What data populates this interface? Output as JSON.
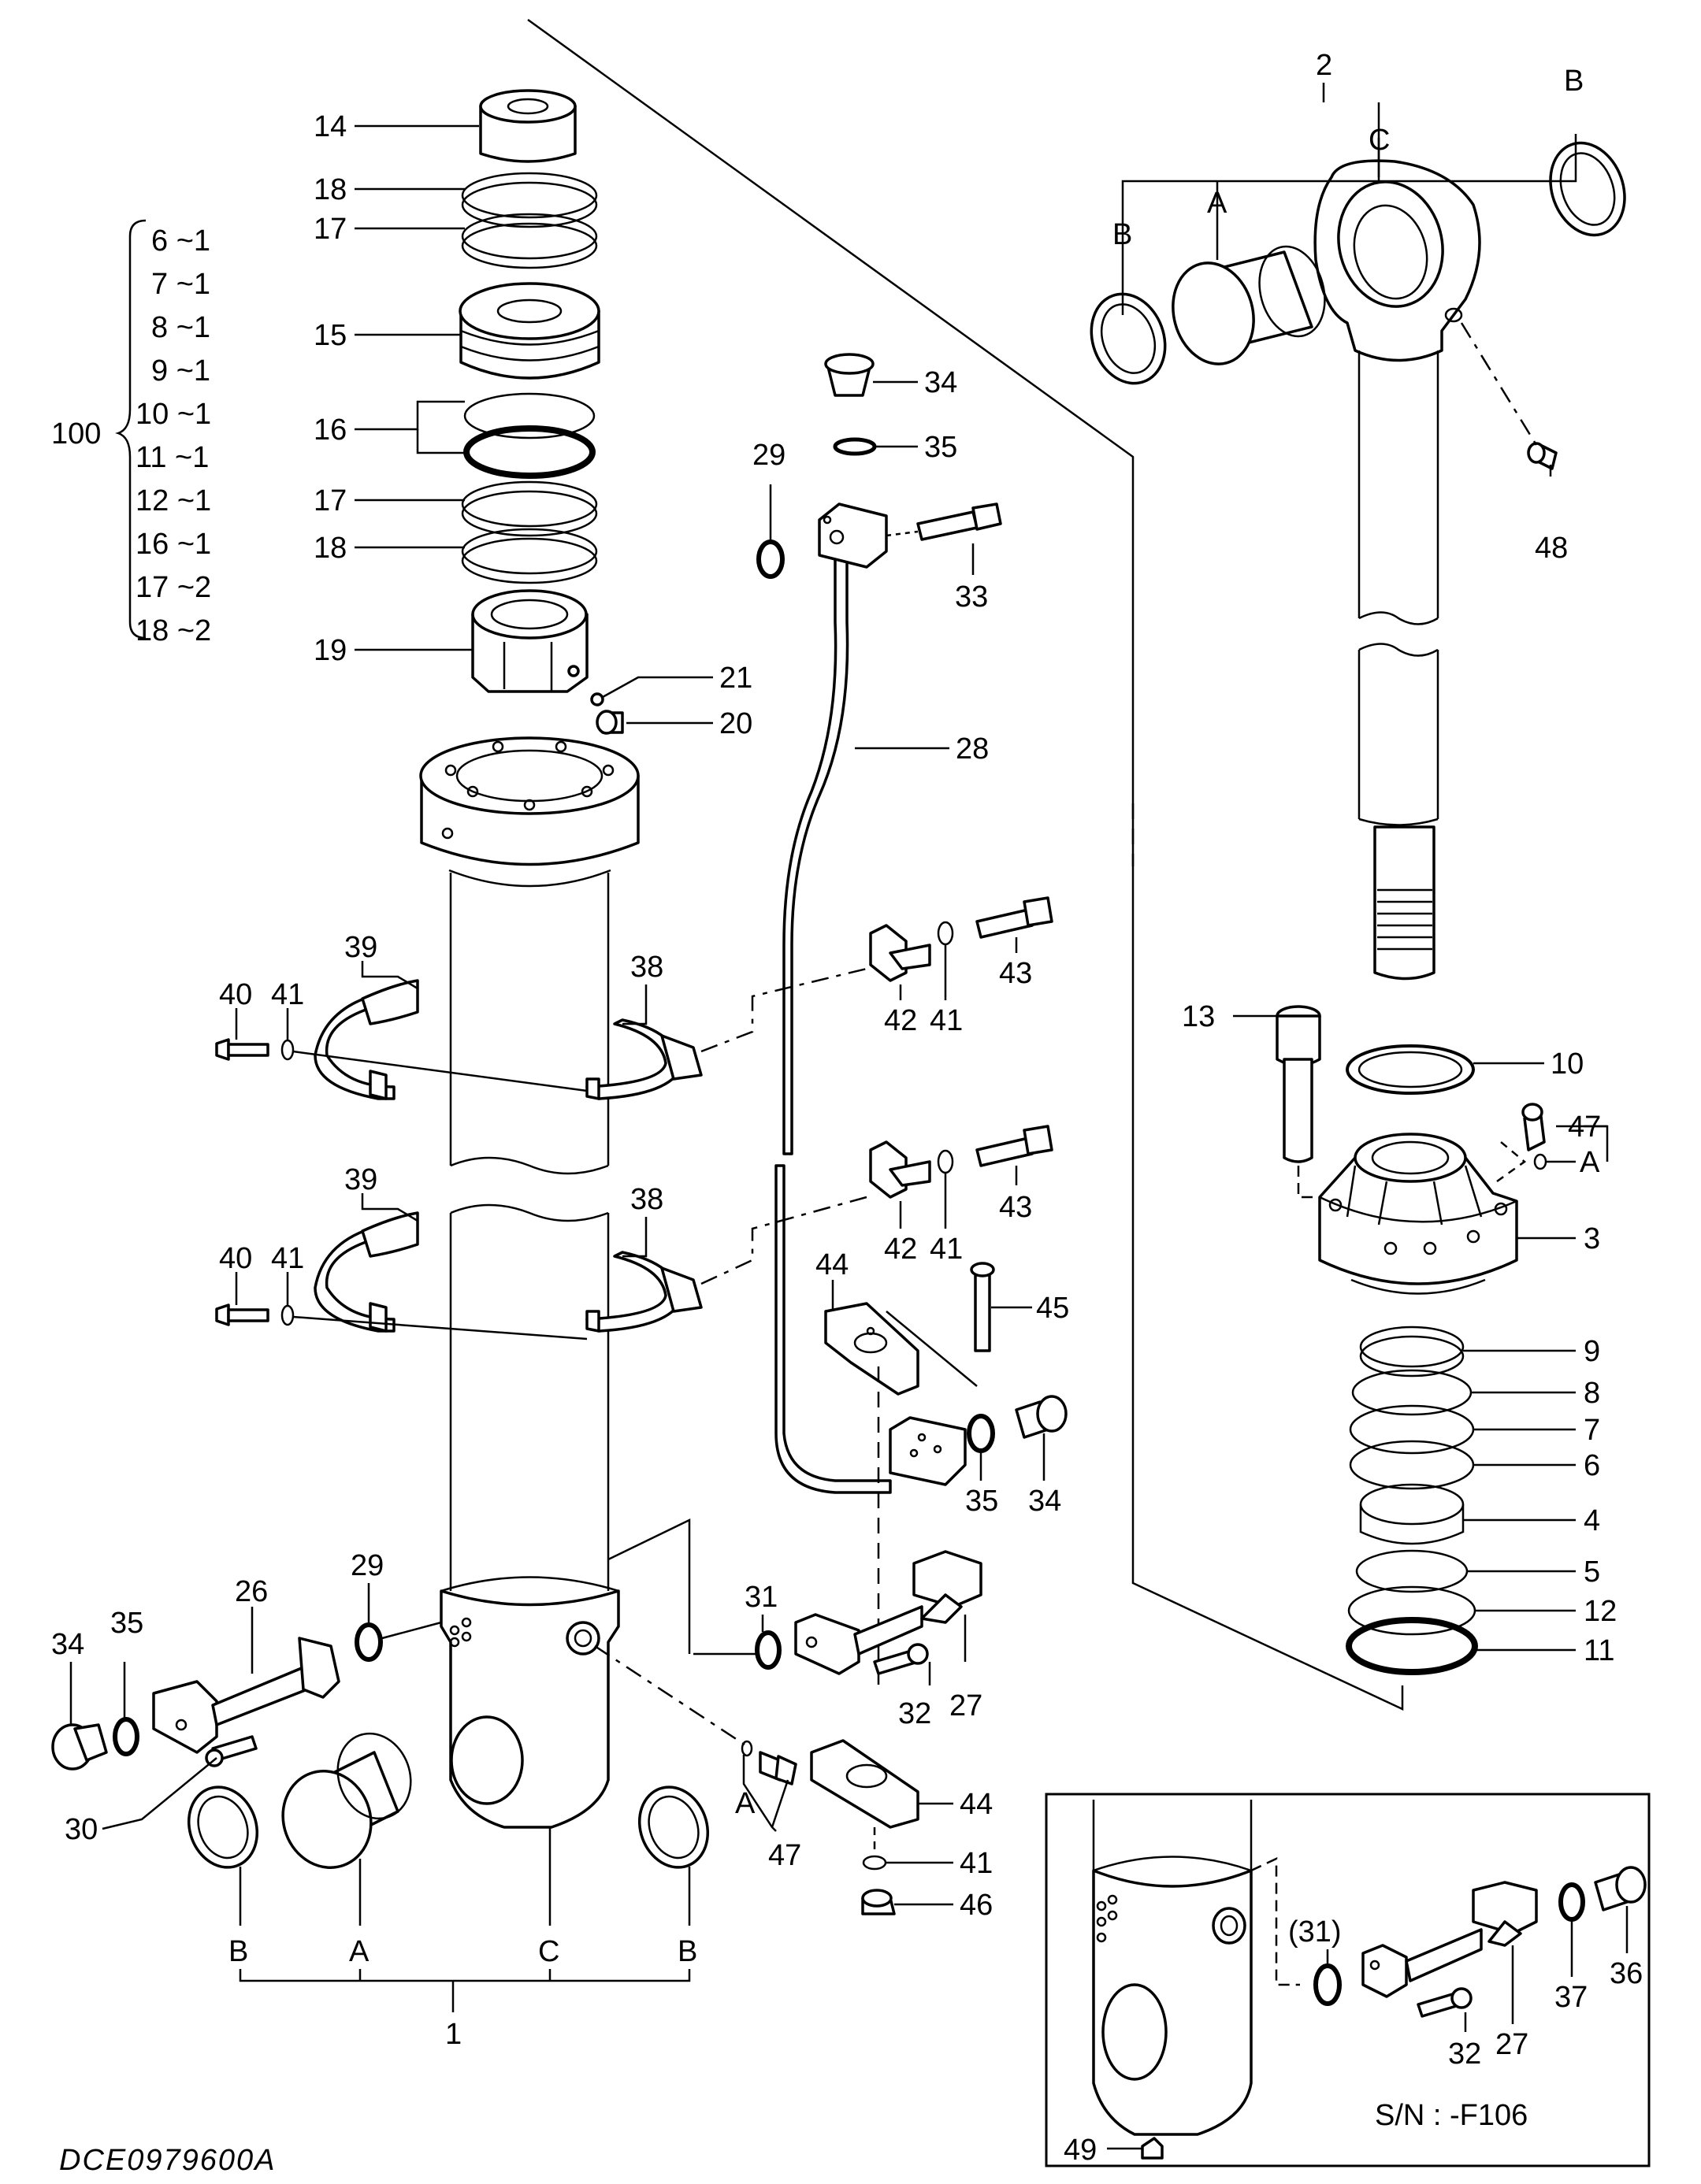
{
  "drawing_code": "DCE0979600A",
  "serial_note": "S/N : -F106",
  "kit": {
    "number": "100",
    "items": [
      "6 ~1",
      "7 ~1",
      "8 ~1",
      "9 ~1",
      "10 ~1",
      "11 ~1",
      "12 ~1",
      "16 ~1",
      "17 ~2",
      "18 ~2"
    ]
  },
  "callouts": {
    "c1": "1",
    "c2": "2",
    "c3": "3",
    "c4": "4",
    "c5": "5",
    "c6": "6",
    "c7": "7",
    "c8": "8",
    "c9": "9",
    "c10": "10",
    "c11": "11",
    "c12": "12",
    "c13": "13",
    "c14": "14",
    "c15": "15",
    "c16": "16",
    "c17": "17",
    "c18": "18",
    "c19": "19",
    "c20": "20",
    "c21": "21",
    "c26": "26",
    "c27": "27",
    "c28": "28",
    "c29": "29",
    "c30": "30",
    "c31": "31",
    "c31p": "(31)",
    "c32": "32",
    "c33": "33",
    "c34": "34",
    "c35": "35",
    "c36": "36",
    "c37": "37",
    "c38": "38",
    "c39": "39",
    "c40": "40",
    "c41": "41",
    "c42": "42",
    "c43": "43",
    "c44": "44",
    "c45": "45",
    "c46": "46",
    "c47": "47",
    "c48": "48",
    "c49": "49"
  },
  "letters": {
    "a": "A",
    "b": "B",
    "c": "C"
  }
}
